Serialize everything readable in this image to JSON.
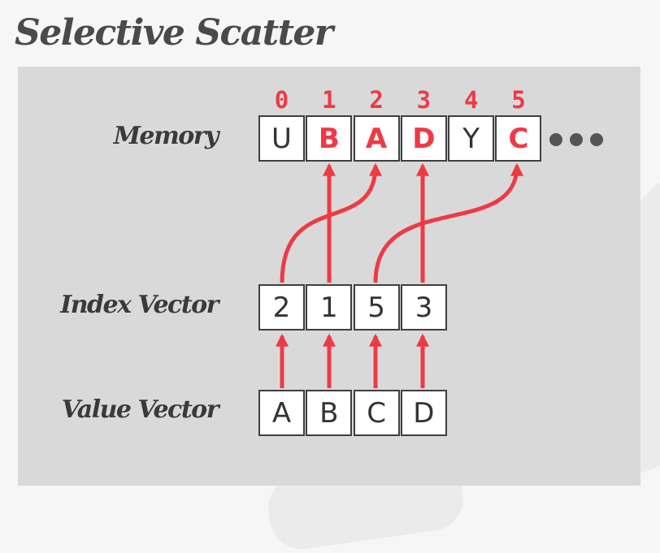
{
  "title": "Selective Scatter",
  "labels": {
    "memory": "Memory",
    "index_vector": "Index Vector",
    "value_vector": "Value Vector"
  },
  "memory": {
    "positions": [
      "0",
      "1",
      "2",
      "3",
      "4",
      "5"
    ],
    "cells": [
      "U",
      "B",
      "A",
      "D",
      "Y",
      "C"
    ],
    "highlighted": [
      false,
      true,
      true,
      true,
      false,
      true
    ]
  },
  "index_vector": [
    "2",
    "1",
    "5",
    "3"
  ],
  "value_vector": [
    "A",
    "B",
    "C",
    "D"
  ],
  "colors": {
    "accent": "#ee3a45",
    "cell_border": "#3f3f3f",
    "panel": "#d9d9d9",
    "text": "#333333"
  },
  "icons": {
    "ellipsis": "ellipsis-dots-icon"
  }
}
